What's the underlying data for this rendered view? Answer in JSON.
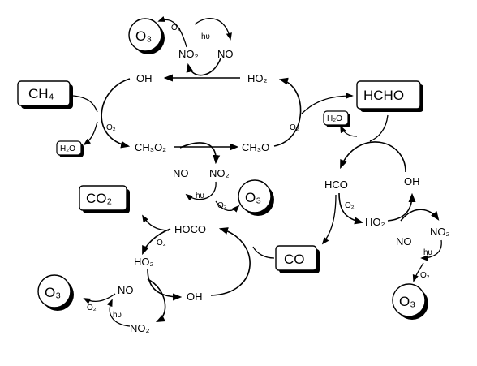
{
  "species": {
    "ch4": "CH₄",
    "hcho": "HCHO",
    "co": "CO",
    "co2": "CO₂",
    "o3": "O₃",
    "h2o": "H₂O",
    "oh": "OH",
    "ho2": "HO₂",
    "ch3o2": "CH₃O₂",
    "ch3o": "CH₃O",
    "no": "NO",
    "no2": "NO₂",
    "hco": "HCO",
    "hoco": "HOCO"
  },
  "annotations": {
    "o2": "O₂",
    "hv": "hʋ"
  }
}
